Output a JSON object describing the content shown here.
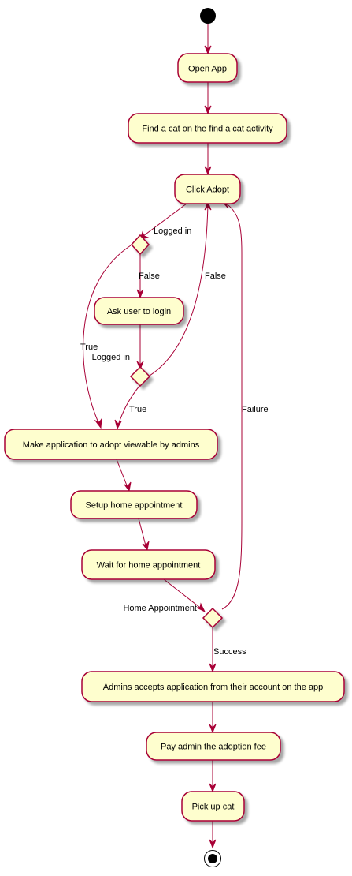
{
  "colors": {
    "border": "#A80036",
    "fill": "#FEFECE",
    "arrow": "#A80036",
    "shadow": "#CFCFCF",
    "node_dark": "#000000"
  },
  "nodes": {
    "start": {
      "icon": "start-node-icon"
    },
    "open_app": {
      "label": "Open App"
    },
    "find_cat": {
      "label": "Find a cat on the find a cat activity"
    },
    "click_adopt": {
      "label": "Click Adopt"
    },
    "ask_login": {
      "label": "Ask user to login"
    },
    "make_application": {
      "label": "Make application to adopt viewable by admins"
    },
    "setup_home": {
      "label": "Setup home appointment"
    },
    "wait_home": {
      "label": "Wait for home appointment"
    },
    "admins_accept": {
      "label": "Admins accepts application from their account on the app"
    },
    "pay_fee": {
      "label": "Pay admin the adoption fee"
    },
    "pick_up": {
      "label": "Pick up cat"
    },
    "end": {
      "icon": "end-node-icon"
    }
  },
  "decisions": {
    "logged_in_1": {
      "label": "Logged in"
    },
    "logged_in_2": {
      "label": "Logged in"
    },
    "home_appointment": {
      "label": "Home Appointment"
    }
  },
  "edge_labels": {
    "false_1": "False",
    "true_1": "True",
    "false_2": "False",
    "true_2": "True",
    "failure": "Failure",
    "success": "Success"
  }
}
